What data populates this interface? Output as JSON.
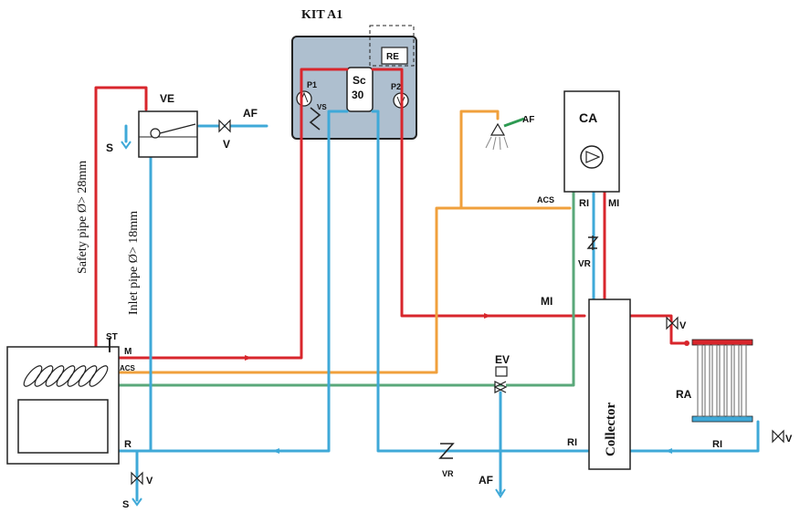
{
  "kit": {
    "title": "KIT A1",
    "sc": "Sc",
    "sc_num": "30",
    "p1": "P1",
    "p2": "P2",
    "vs": "VS",
    "re": "RE"
  },
  "ve": {
    "label": "VE",
    "s": "S",
    "v": "V",
    "af": "AF"
  },
  "pipes": {
    "safety": "Safety pipe Ø> 28mm",
    "inlet": "Inlet pipe Ø> 18mm"
  },
  "boiler": {
    "st": "ST",
    "m": "M",
    "acs": "ACS",
    "r": "R",
    "v": "V",
    "s": "S"
  },
  "ca": {
    "label": "CA",
    "af": "AF",
    "acs": "ACS",
    "ri": "RI",
    "mi": "MI",
    "vr": "VR"
  },
  "center": {
    "ev": "EV",
    "mi": "MI",
    "vr": "VR",
    "af": "AF",
    "ri": "RI"
  },
  "collector": {
    "label": "Collector"
  },
  "ra": {
    "label": "RA",
    "v_top": "V",
    "v_bottom": "V",
    "ri": "RI"
  },
  "colors": {
    "red": "#d8262c",
    "blue": "#3fa9d8",
    "orange": "#f0a03c",
    "green": "#5aa87a"
  }
}
